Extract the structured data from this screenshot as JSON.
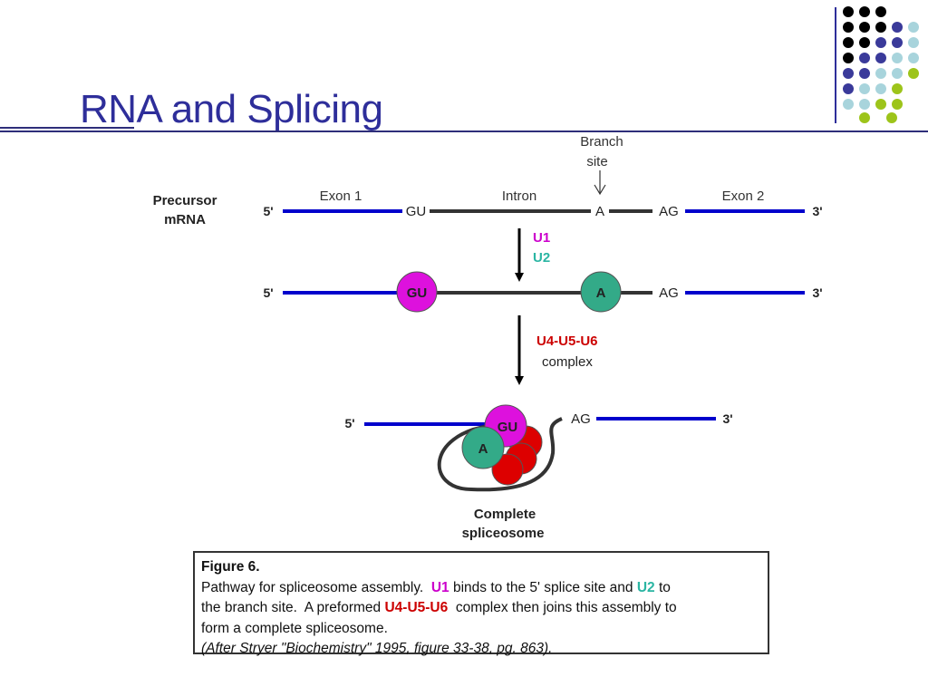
{
  "slide": {
    "title": "RNA and Splicing",
    "colors": {
      "title": "#2e2e9a",
      "rna_line": "#0000cc",
      "intron_line": "#333333",
      "u1": "#cc00cc",
      "u2": "#2bb5a3",
      "u456": "#cc0000"
    }
  },
  "diagram": {
    "precursor_label_line1": "Precursor",
    "precursor_label_line2": "mRNA",
    "branch_label_line1": "Branch",
    "branch_label_line2": "site",
    "exon1": "Exon 1",
    "intron": "Intron",
    "exon2": "Exon 2",
    "five_prime": "5'",
    "three_prime": "3'",
    "gu": "GU",
    "a": "A",
    "ag": "AG",
    "step1_u1": "U1",
    "step1_u2": "U2",
    "step2_complex": "U4-U5-U6",
    "step2_complex_word": "complex",
    "result_line1": "Complete",
    "result_line2": "spliceosome"
  },
  "caption": {
    "title": "Figure 6.",
    "l1_pre": "Pathway for spliceosome assembly.  ",
    "l1_u1": "U1",
    "l1_mid": " binds to the 5' splice site and ",
    "l1_u2": "U2",
    "l1_post": " to",
    "l2_pre": "the branch site.  A preformed ",
    "l2_u456": "U4-U5-U6",
    "l2_post": "  complex then joins this assembly to",
    "l3": "form a complete spliceosome.",
    "l4": "(After Stryer \"Biochemistry\" 1995, figure 33-38, pg. 863)."
  }
}
